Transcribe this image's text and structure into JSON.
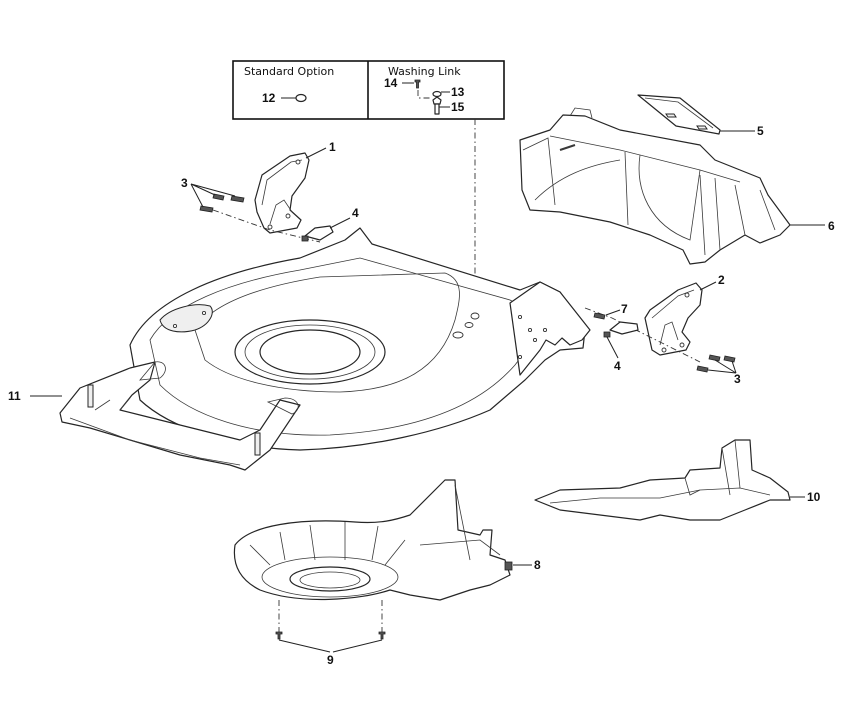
{
  "title": "Mower deck exploded parts diagram",
  "option_box": {
    "standard_option": {
      "title": "Standard Option",
      "callouts": [
        "12"
      ]
    },
    "washing_link": {
      "title": "Washing Link",
      "callouts": [
        "14",
        "13",
        "15"
      ]
    }
  },
  "callouts": [
    {
      "number": "1",
      "part": "left-handle-bracket"
    },
    {
      "number": "2",
      "part": "right-handle-bracket"
    },
    {
      "number": "3",
      "part": "bracket-bolts"
    },
    {
      "number": "3",
      "part": "bracket-bolts-right"
    },
    {
      "number": "4",
      "part": "clip-left"
    },
    {
      "number": "4",
      "part": "clip-right"
    },
    {
      "number": "5",
      "part": "grass-bag-lid"
    },
    {
      "number": "6",
      "part": "rear-discharge-chute"
    },
    {
      "number": "7",
      "part": "screw"
    },
    {
      "number": "8",
      "part": "fastener"
    },
    {
      "number": "9",
      "part": "deflector-screws"
    },
    {
      "number": "10",
      "part": "mulching-plug"
    },
    {
      "number": "11",
      "part": "mower-deck"
    },
    {
      "number": "12",
      "part": "plug-cap"
    },
    {
      "number": "13",
      "part": "washing-nozzle-nut"
    },
    {
      "number": "14",
      "part": "washing-screw"
    },
    {
      "number": "15",
      "part": "washing-nozzle"
    }
  ],
  "labels": {
    "l1": "1",
    "l2": "2",
    "l3a": "3",
    "l3b": "3",
    "l4a": "4",
    "l4b": "4",
    "l5": "5",
    "l6": "6",
    "l7": "7",
    "l8": "8",
    "l9": "9",
    "l10": "10",
    "l11": "11",
    "l12": "12",
    "l13": "13",
    "l14": "14",
    "l15": "15"
  }
}
